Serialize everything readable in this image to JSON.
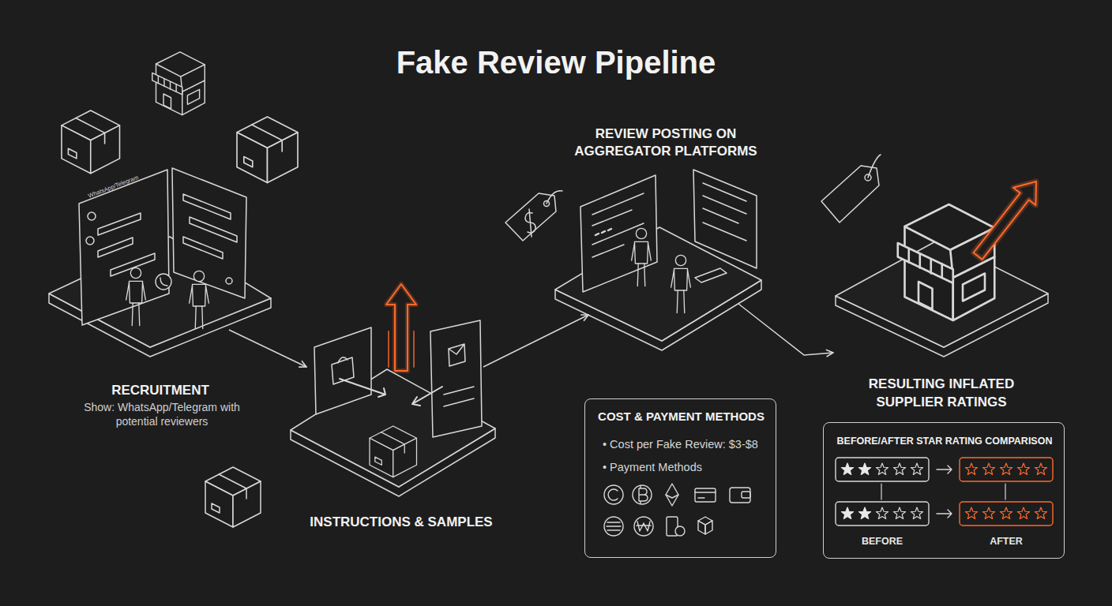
{
  "diagram": {
    "title": "Fake Review Pipeline",
    "nodes": [
      {
        "text": [
          "RECRUITMENT",
          "Show: WhatsApp/Telegram with potential reviewers"
        ]
      },
      {
        "text": [
          "INSTRUCTIONS & SAMPLES"
        ]
      },
      {
        "text": [
          "REVIEW POSTING ON AGGREGATOR PLATFORMS"
        ]
      },
      {
        "text": [
          "RESULTING INFLATED SUPPLIER RATINGS"
        ]
      },
      {
        "text": [
          "COST & PAYMENT METHODS",
          "• Cost per Fake Review: $3-$8",
          "• Payment Methods"
        ]
      },
      {
        "text": [
          "BEFORE/AFTER STAR RATING COMPARISON",
          "BEFORE",
          "AFTER"
        ]
      }
    ],
    "edges": [
      {
        "from": 0,
        "to": 1,
        "arrow": "to"
      },
      {
        "from": 1,
        "to": 2,
        "arrow": "to"
      },
      {
        "from": 2,
        "to": 3,
        "arrow": "to"
      }
    ],
    "labels": [
      "WhatsApp/Telegram"
    ]
  }
}
